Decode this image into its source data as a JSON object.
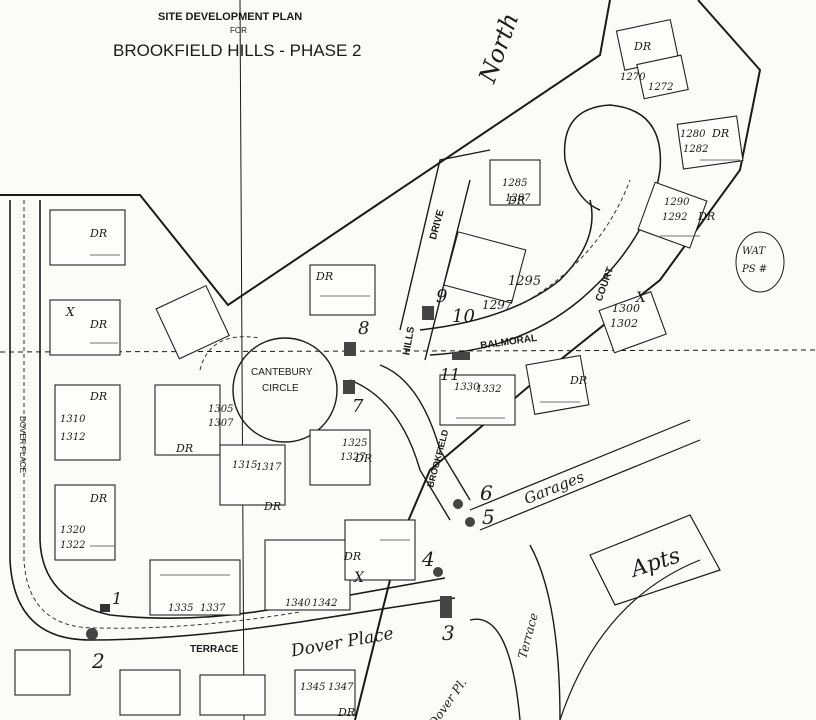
{
  "header": {
    "title": "SITE DEVELOPMENT PLAN",
    "for": "FOR",
    "subtitle": "BROOKFIELD HILLS - PHASE 2"
  },
  "streets": {
    "north": "North",
    "drive": "DRIVE",
    "hills": "HILLS",
    "balmoral": "BALMORAL",
    "court": "COURT",
    "cantebury": "CANTEBURY",
    "circle": "CIRCLE",
    "brookfield": "BROOKFIELD",
    "dover_left": "DOVER PLACE",
    "terrace": "TERRACE",
    "dover_place": "Dover Place",
    "dover_pl": "Dover Pl.",
    "terrace_hand": "Terrace"
  },
  "areas": {
    "garages": "Garages",
    "apts": "Apts",
    "wat": "WAT",
    "pst": "PS #"
  },
  "units": [
    "1270",
    "1272",
    "1280",
    "1282",
    "1285",
    "1287",
    "1290",
    "1292",
    "1295",
    "1297",
    "1300",
    "1302",
    "1305",
    "1307",
    "1310",
    "1312",
    "1315",
    "1317",
    "1320",
    "1322",
    "1325",
    "1327",
    "1330",
    "1332",
    "1335",
    "1337",
    "1340",
    "1342",
    "1345",
    "1347"
  ],
  "markers": [
    "1",
    "2",
    "3",
    "4",
    "5",
    "6",
    "7",
    "8",
    "9",
    "10",
    "11"
  ],
  "dr": "DR",
  "x": "X"
}
